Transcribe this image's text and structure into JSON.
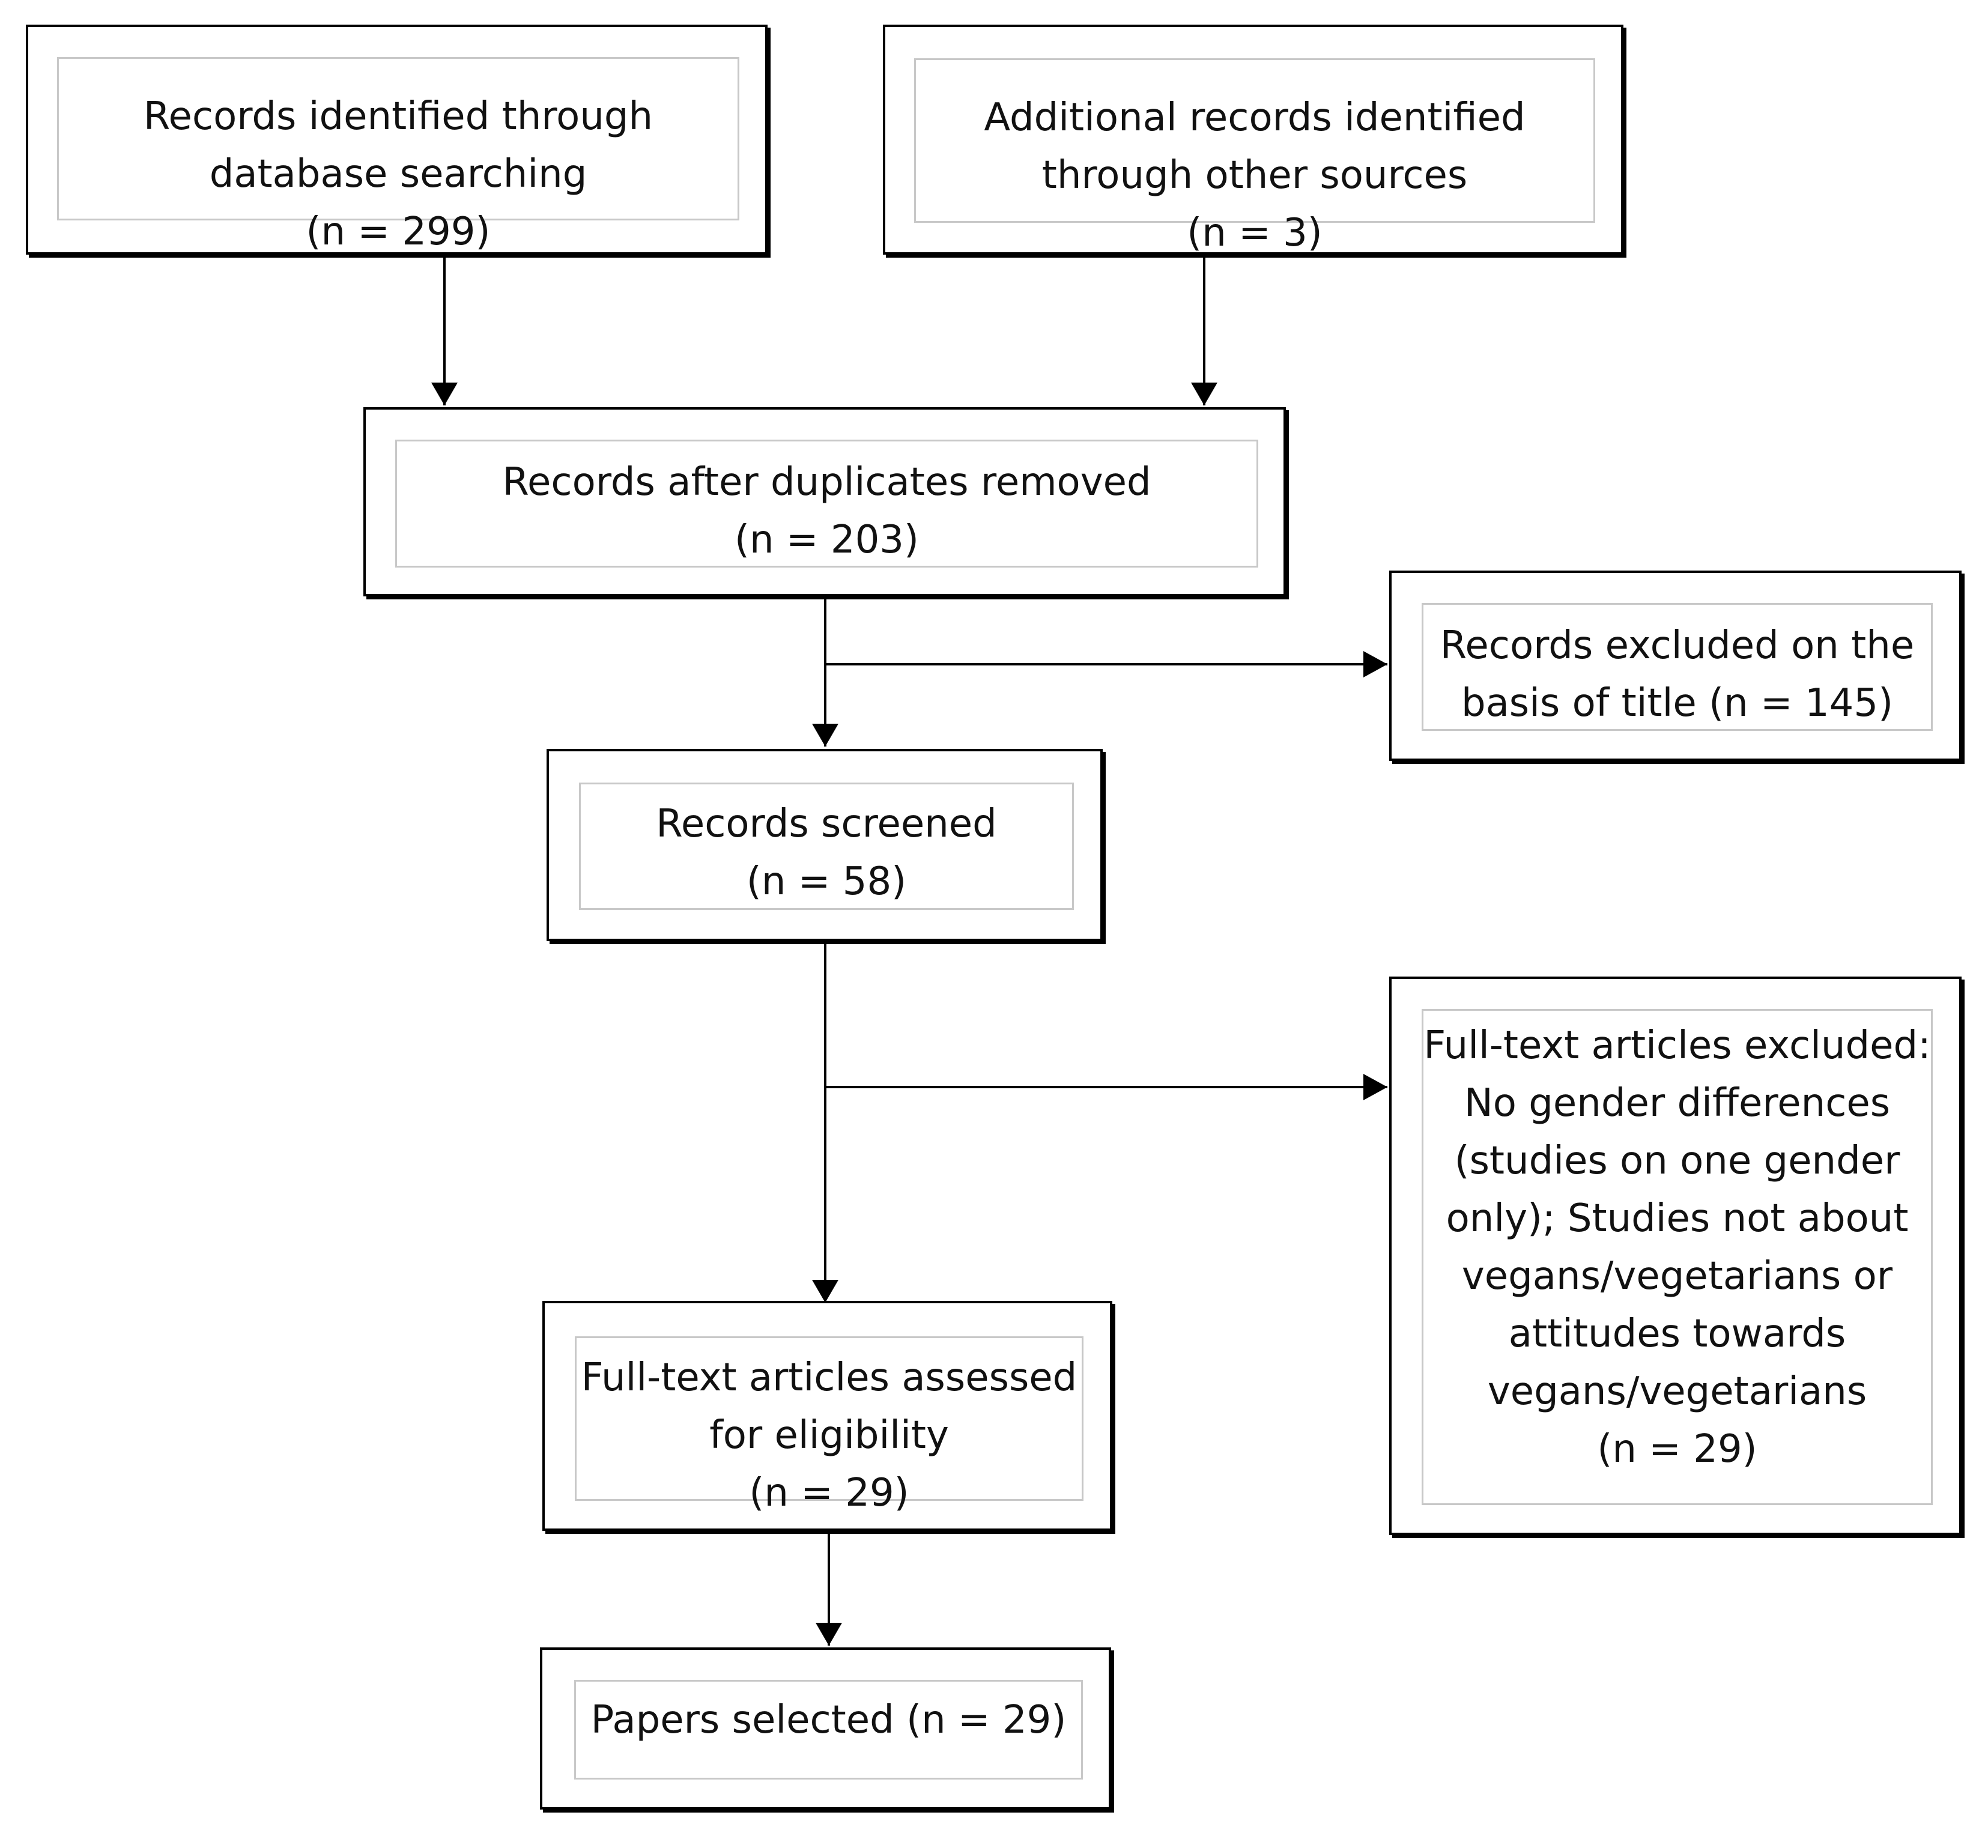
{
  "boxes": {
    "identified_db": {
      "lines": [
        "Records identified through",
        "database searching",
        "(n = 299)"
      ]
    },
    "identified_other": {
      "lines": [
        "Additional records identified",
        "through other sources",
        "(n = 3)"
      ]
    },
    "after_duplicates": {
      "lines": [
        "Records after duplicates removed",
        "(n = 203)"
      ]
    },
    "excluded_title": {
      "lines": [
        "Records excluded on the",
        "basis of title (n = 145)"
      ]
    },
    "screened": {
      "lines": [
        "Records screened",
        "(n = 58)"
      ]
    },
    "excluded_fulltext": {
      "lines": [
        "Full-text articles excluded:",
        "No gender differences",
        "(studies on one gender",
        "only); Studies not about",
        "vegans/vegetarians or",
        "attitudes towards",
        "vegans/vegetarians",
        "(n = 29)"
      ]
    },
    "assessed": {
      "lines": [
        "Full-text articles assessed",
        "for eligibility",
        "(n = 29)"
      ]
    },
    "selected": {
      "lines": [
        "Papers selected (n = 29)"
      ]
    }
  },
  "colors": {
    "border": "#000000",
    "inner_border": "#c8c8c8",
    "text": "#111111",
    "background": "#ffffff"
  }
}
